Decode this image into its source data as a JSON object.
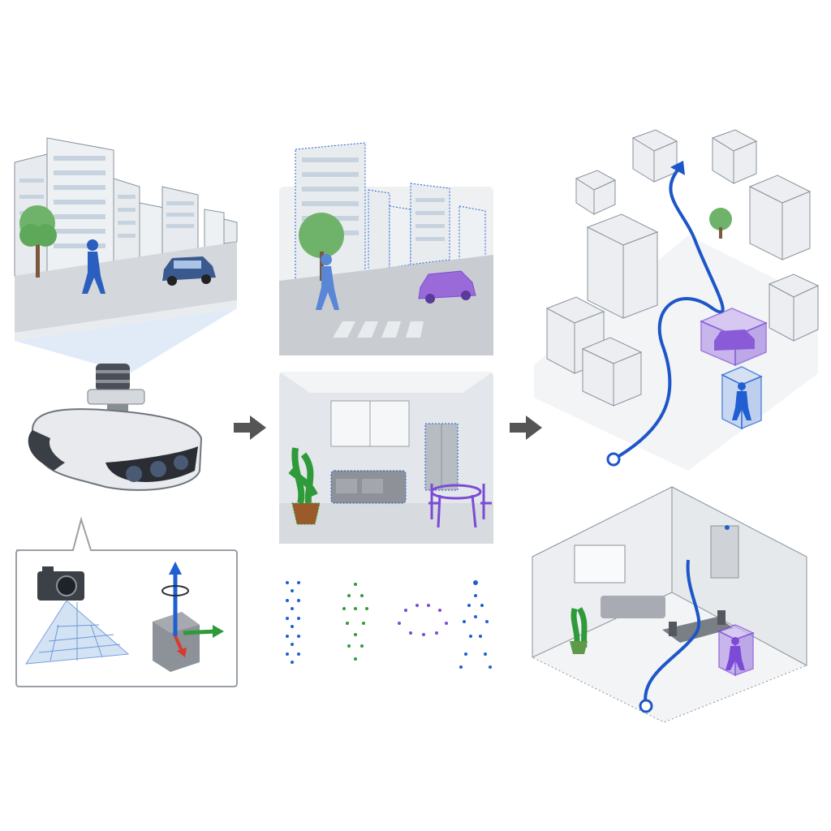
{
  "figure": {
    "stages": [
      {
        "id": "capture",
        "description_hidden": true
      },
      {
        "id": "segmentation",
        "description_hidden": true
      },
      {
        "id": "mapping",
        "description_hidden": true
      }
    ],
    "icons": {
      "headset": "vr-headset-with-lidar-icon",
      "camera": "camera-icon",
      "imu": "imu-cube-axes-icon",
      "arrow": "flow-arrow-icon",
      "street": "street-scene-icon",
      "indoor": "indoor-room-icon",
      "city_map": "city-3d-map-icon",
      "room_map": "room-3d-map-icon"
    },
    "colors": {
      "background": "#ffffff",
      "building": "#e9ecef",
      "building_stroke": "#8a939c",
      "blue": "#1f5fd1",
      "path_blue": "#1d56c9",
      "green": "#2f9a3a",
      "purple": "#7b4bd6",
      "red": "#d83a2c",
      "arrow_gray": "#555555",
      "road": "#c9ccd1",
      "panel_bg": "#eef0f2",
      "point_gray": "#9aa0a6"
    }
  }
}
